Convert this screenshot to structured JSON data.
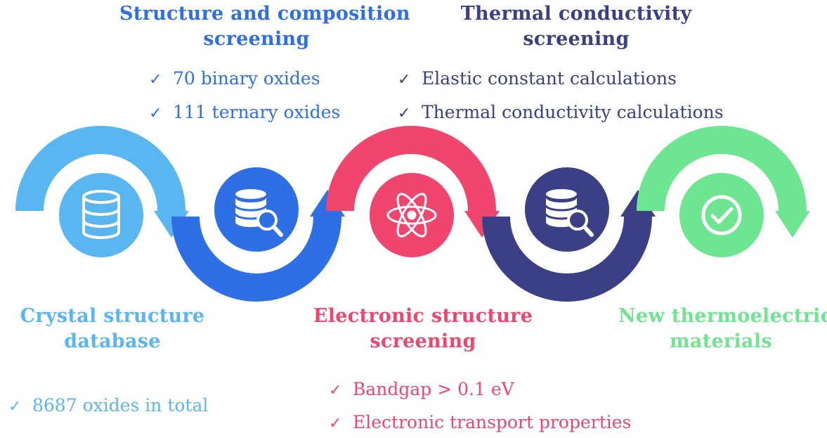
{
  "stages": [
    {
      "key": "crystal",
      "title_lines": [
        "Crystal structure",
        "database"
      ],
      "items": [
        "8687 oxides in total"
      ],
      "icon": "database-icon",
      "color": "#5ab6f0"
    },
    {
      "key": "structure",
      "title_lines": [
        "Structure and composition",
        "screening"
      ],
      "items": [
        "70 binary oxides",
        "111 ternary oxides"
      ],
      "icon": "database-search-icon",
      "color": "#2f6fe6"
    },
    {
      "key": "electronic",
      "title_lines": [
        "Electronic structure",
        "screening"
      ],
      "items": [
        "Bandgap > 0.1 eV",
        "Electronic transport properties"
      ],
      "icon": "atom-icon",
      "color": "#f0466e"
    },
    {
      "key": "thermal",
      "title_lines": [
        "Thermal conductivity",
        "screening"
      ],
      "items": [
        "Elastic constant calculations",
        "Thermal conductivity calculations"
      ],
      "icon": "database-search-icon",
      "color": "#3b3f86"
    },
    {
      "key": "new",
      "title_lines": [
        "New thermoelectric",
        "materials"
      ],
      "items": [],
      "icon": "check-circle-icon",
      "color": "#6ee590"
    }
  ],
  "check_glyph": "✓"
}
